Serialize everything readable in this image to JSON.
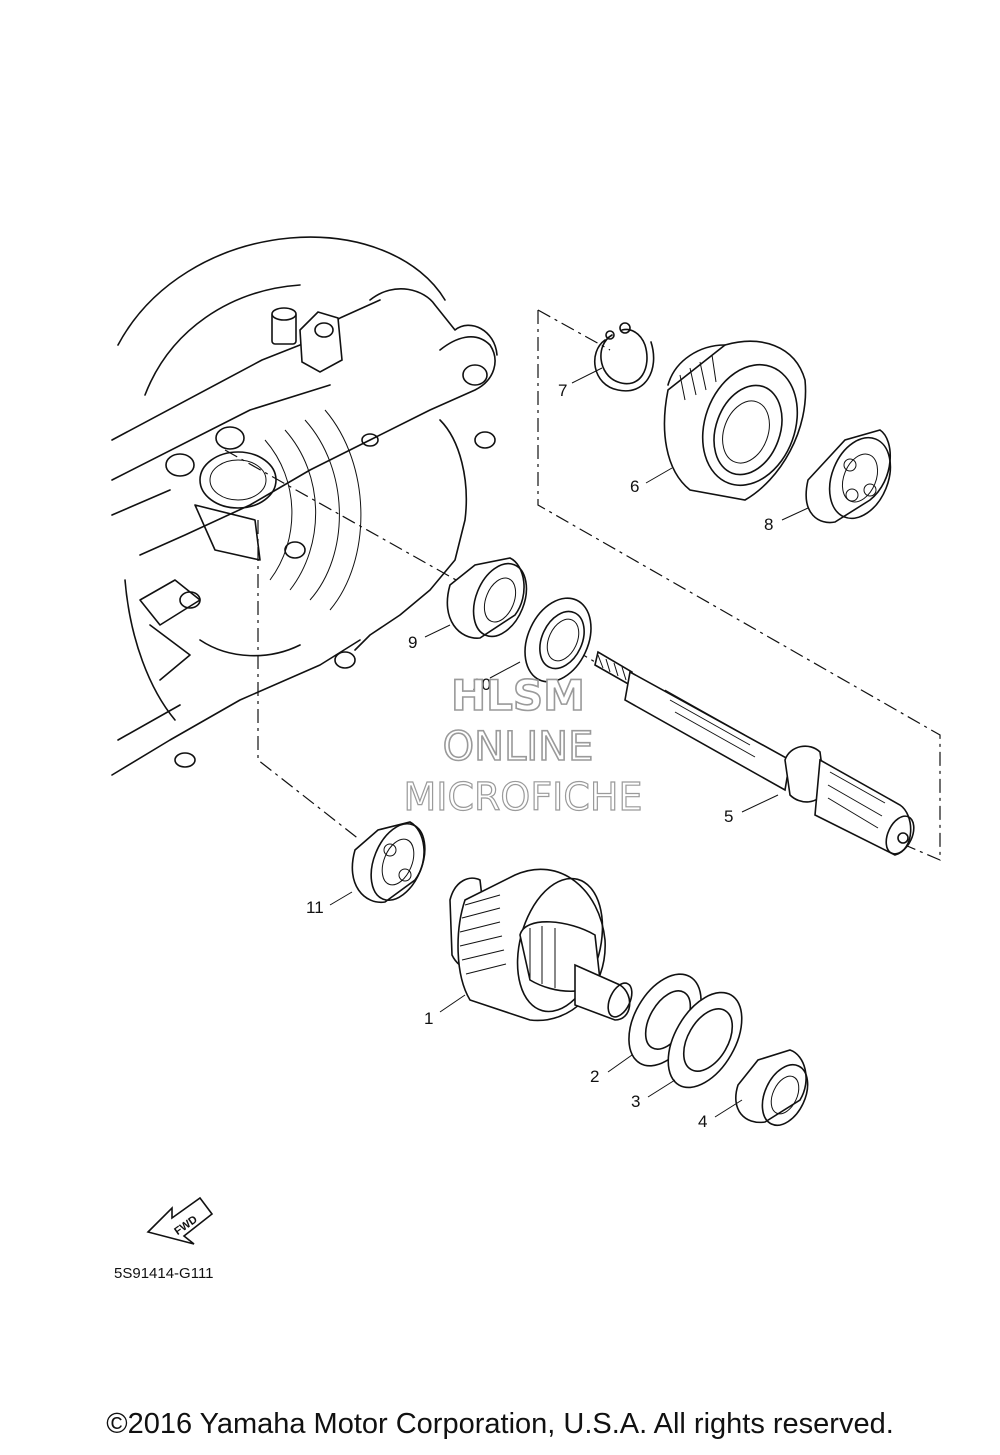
{
  "diagram": {
    "part_labels": [
      {
        "id": "1",
        "text": "1"
      },
      {
        "id": "2",
        "text": "2"
      },
      {
        "id": "3",
        "text": "3"
      },
      {
        "id": "4",
        "text": "4"
      },
      {
        "id": "5",
        "text": "5"
      },
      {
        "id": "6",
        "text": "6"
      },
      {
        "id": "7",
        "text": "7"
      },
      {
        "id": "8",
        "text": "8"
      },
      {
        "id": "9",
        "text": "9"
      },
      {
        "id": "10",
        "text": "10"
      },
      {
        "id": "11",
        "text": "11"
      }
    ],
    "diagram_code": "5S91414-G111",
    "fwd_label": "FWD",
    "watermark": [
      "HLSM",
      "ONLINE",
      "MICROFICHE"
    ]
  },
  "footer": {
    "copyright": "©2016 Yamaha Motor Corporation, U.S.A. All rights reserved."
  }
}
